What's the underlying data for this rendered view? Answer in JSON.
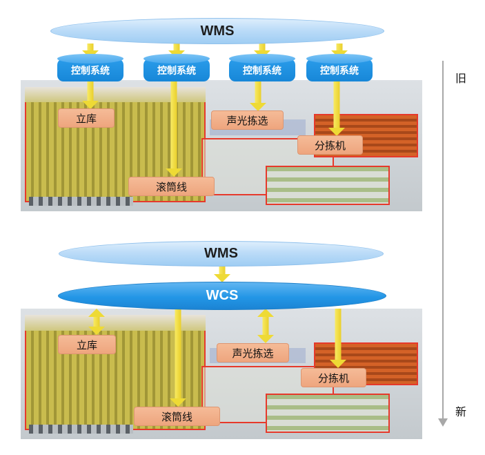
{
  "old_panel": {
    "wms": "WMS",
    "control_systems": [
      "控制系统",
      "控制系统",
      "控制系统",
      "控制系统"
    ],
    "equipment": {
      "asrs": "立库",
      "pick_to_light": "声光拣选",
      "sorter": "分拣机",
      "roller_line": "滚筒线"
    }
  },
  "new_panel": {
    "wms": "WMS",
    "wcs": "WCS",
    "equipment": {
      "asrs": "立库",
      "pick_to_light": "声光拣选",
      "sorter": "分拣机",
      "roller_line": "滚筒线"
    }
  },
  "timeline": {
    "old": "旧",
    "new": "新"
  },
  "colors": {
    "wms_fill": "#b8dbf8",
    "control_fill": "#1d93e6",
    "wcs_fill": "#1d8fe0",
    "equipment_fill": "#f2b08c",
    "arrow_fill": "#efd93a",
    "outline_red": "#e6392b",
    "timeline_gray": "#a8a8a8"
  }
}
